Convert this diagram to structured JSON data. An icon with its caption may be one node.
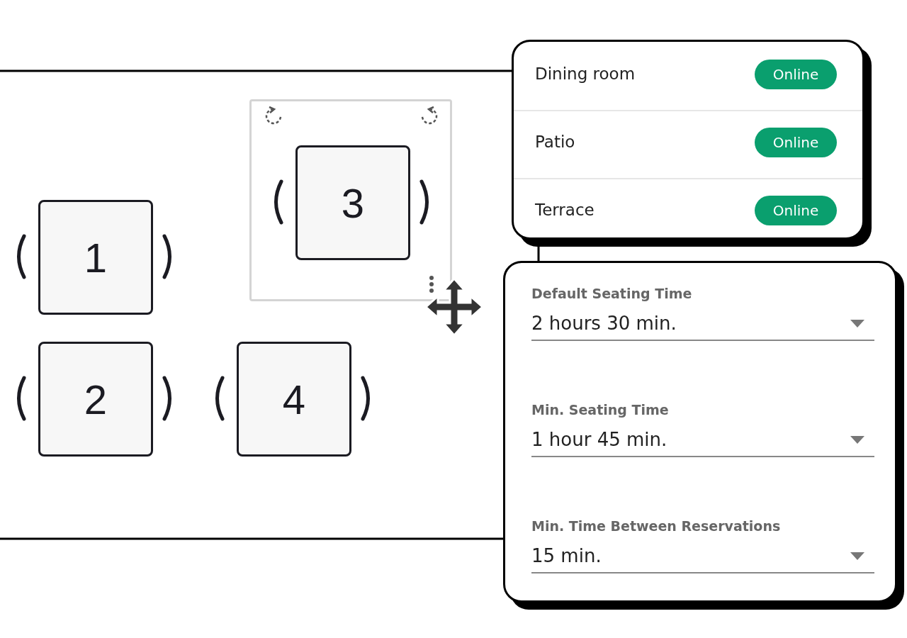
{
  "diagram": {
    "nodes": [
      {
        "text": [],
        "shape": "box"
      },
      {
        "text": [
          "3"
        ],
        "in": 0
      },
      {
        "text": [
          "1"
        ]
      },
      {
        "text": [
          "2"
        ]
      },
      {
        "text": [
          "4"
        ]
      }
    ],
    "labels": [
      "Dining room",
      "Online",
      "Patio",
      "Online",
      "Terrace",
      "Online",
      "Default Seating Time",
      "2 hours 30 min.",
      "Min. Seating Time",
      "1 hour 45 min.",
      "Min. Time Between Reservations",
      "15 min."
    ]
  }
}
